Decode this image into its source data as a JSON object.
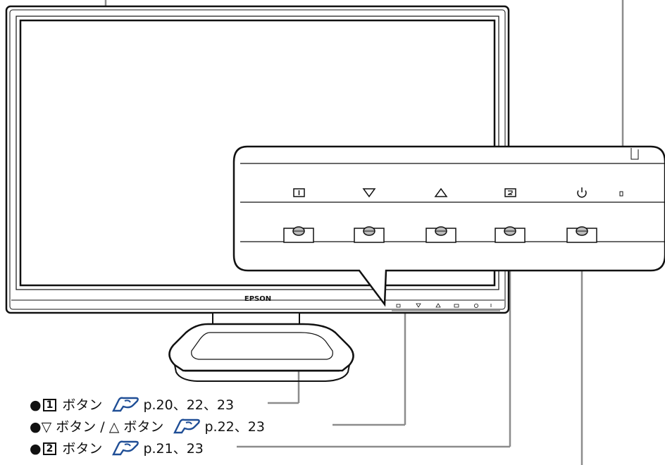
{
  "brand": "EPSON",
  "buttons": [
    {
      "id": "btn1",
      "symbol": "1"
    },
    {
      "id": "down",
      "symbol": "▽"
    },
    {
      "id": "up",
      "symbol": "△"
    },
    {
      "id": "btn2",
      "symbol": "2"
    },
    {
      "id": "power",
      "symbol": "⏻"
    }
  ],
  "callouts": [
    {
      "bullet": "●",
      "key_box": "1",
      "text": " ボタン",
      "ref_icon": "reference-hand-icon",
      "pages": "p.20、22、23"
    },
    {
      "bullet": "●",
      "key_symbol": "▽",
      "text_a": " ボタン / ",
      "key_symbol2": "△",
      "text_b": " ボタン",
      "ref_icon": "reference-hand-icon",
      "pages": "p.22、23"
    },
    {
      "bullet": "●",
      "key_box": "2",
      "text": " ボタン",
      "ref_icon": "reference-hand-icon",
      "pages": "p.21、23"
    }
  ],
  "colors": {
    "line": "#111111",
    "leader": "#8c8c8c",
    "ref_icon": "#1f4e96"
  }
}
